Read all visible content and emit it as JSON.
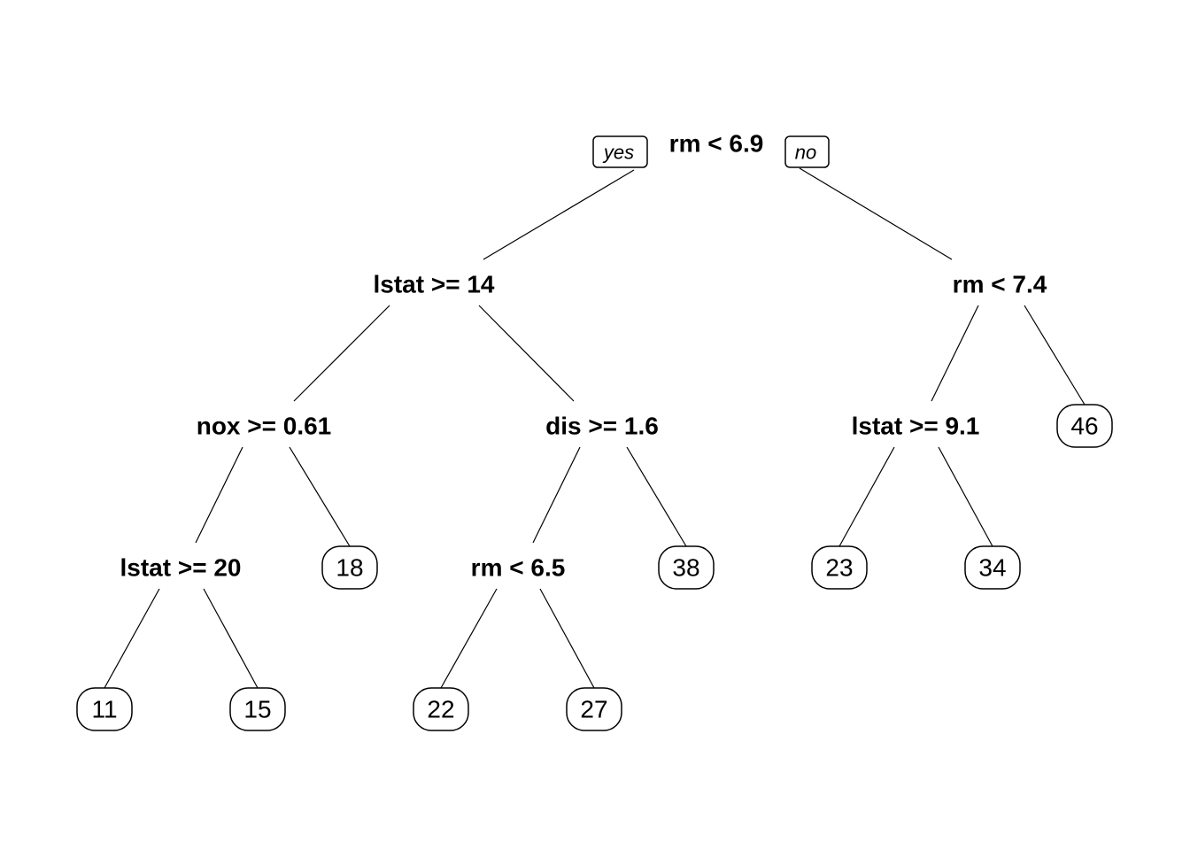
{
  "tree": {
    "edge_labels": {
      "yes": "yes",
      "no": "no"
    },
    "nodes": [
      {
        "id": "n1",
        "type": "split",
        "label": "rm < 6.9",
        "children": [
          "n2",
          "n3"
        ]
      },
      {
        "id": "n2",
        "type": "split",
        "label": "lstat >= 14",
        "children": [
          "n4",
          "n5"
        ]
      },
      {
        "id": "n3",
        "type": "split",
        "label": "rm < 7.4",
        "children": [
          "n6",
          "l46"
        ]
      },
      {
        "id": "n4",
        "type": "split",
        "label": "nox >= 0.61",
        "children": [
          "n7",
          "l18"
        ]
      },
      {
        "id": "n5",
        "type": "split",
        "label": "dis >= 1.6",
        "children": [
          "n8",
          "l38"
        ]
      },
      {
        "id": "n6",
        "type": "split",
        "label": "lstat >= 9.1",
        "children": [
          "l23",
          "l34"
        ]
      },
      {
        "id": "n7",
        "type": "split",
        "label": "lstat >= 20",
        "children": [
          "l11",
          "l15"
        ]
      },
      {
        "id": "n8",
        "type": "split",
        "label": "rm < 6.5",
        "children": [
          "l22",
          "l27"
        ]
      },
      {
        "id": "l46",
        "type": "leaf",
        "label": "46"
      },
      {
        "id": "l18",
        "type": "leaf",
        "label": "18"
      },
      {
        "id": "l38",
        "type": "leaf",
        "label": "38"
      },
      {
        "id": "l23",
        "type": "leaf",
        "label": "23"
      },
      {
        "id": "l34",
        "type": "leaf",
        "label": "34"
      },
      {
        "id": "l11",
        "type": "leaf",
        "label": "11"
      },
      {
        "id": "l15",
        "type": "leaf",
        "label": "15"
      },
      {
        "id": "l22",
        "type": "leaf",
        "label": "22"
      },
      {
        "id": "l27",
        "type": "leaf",
        "label": "27"
      }
    ]
  }
}
